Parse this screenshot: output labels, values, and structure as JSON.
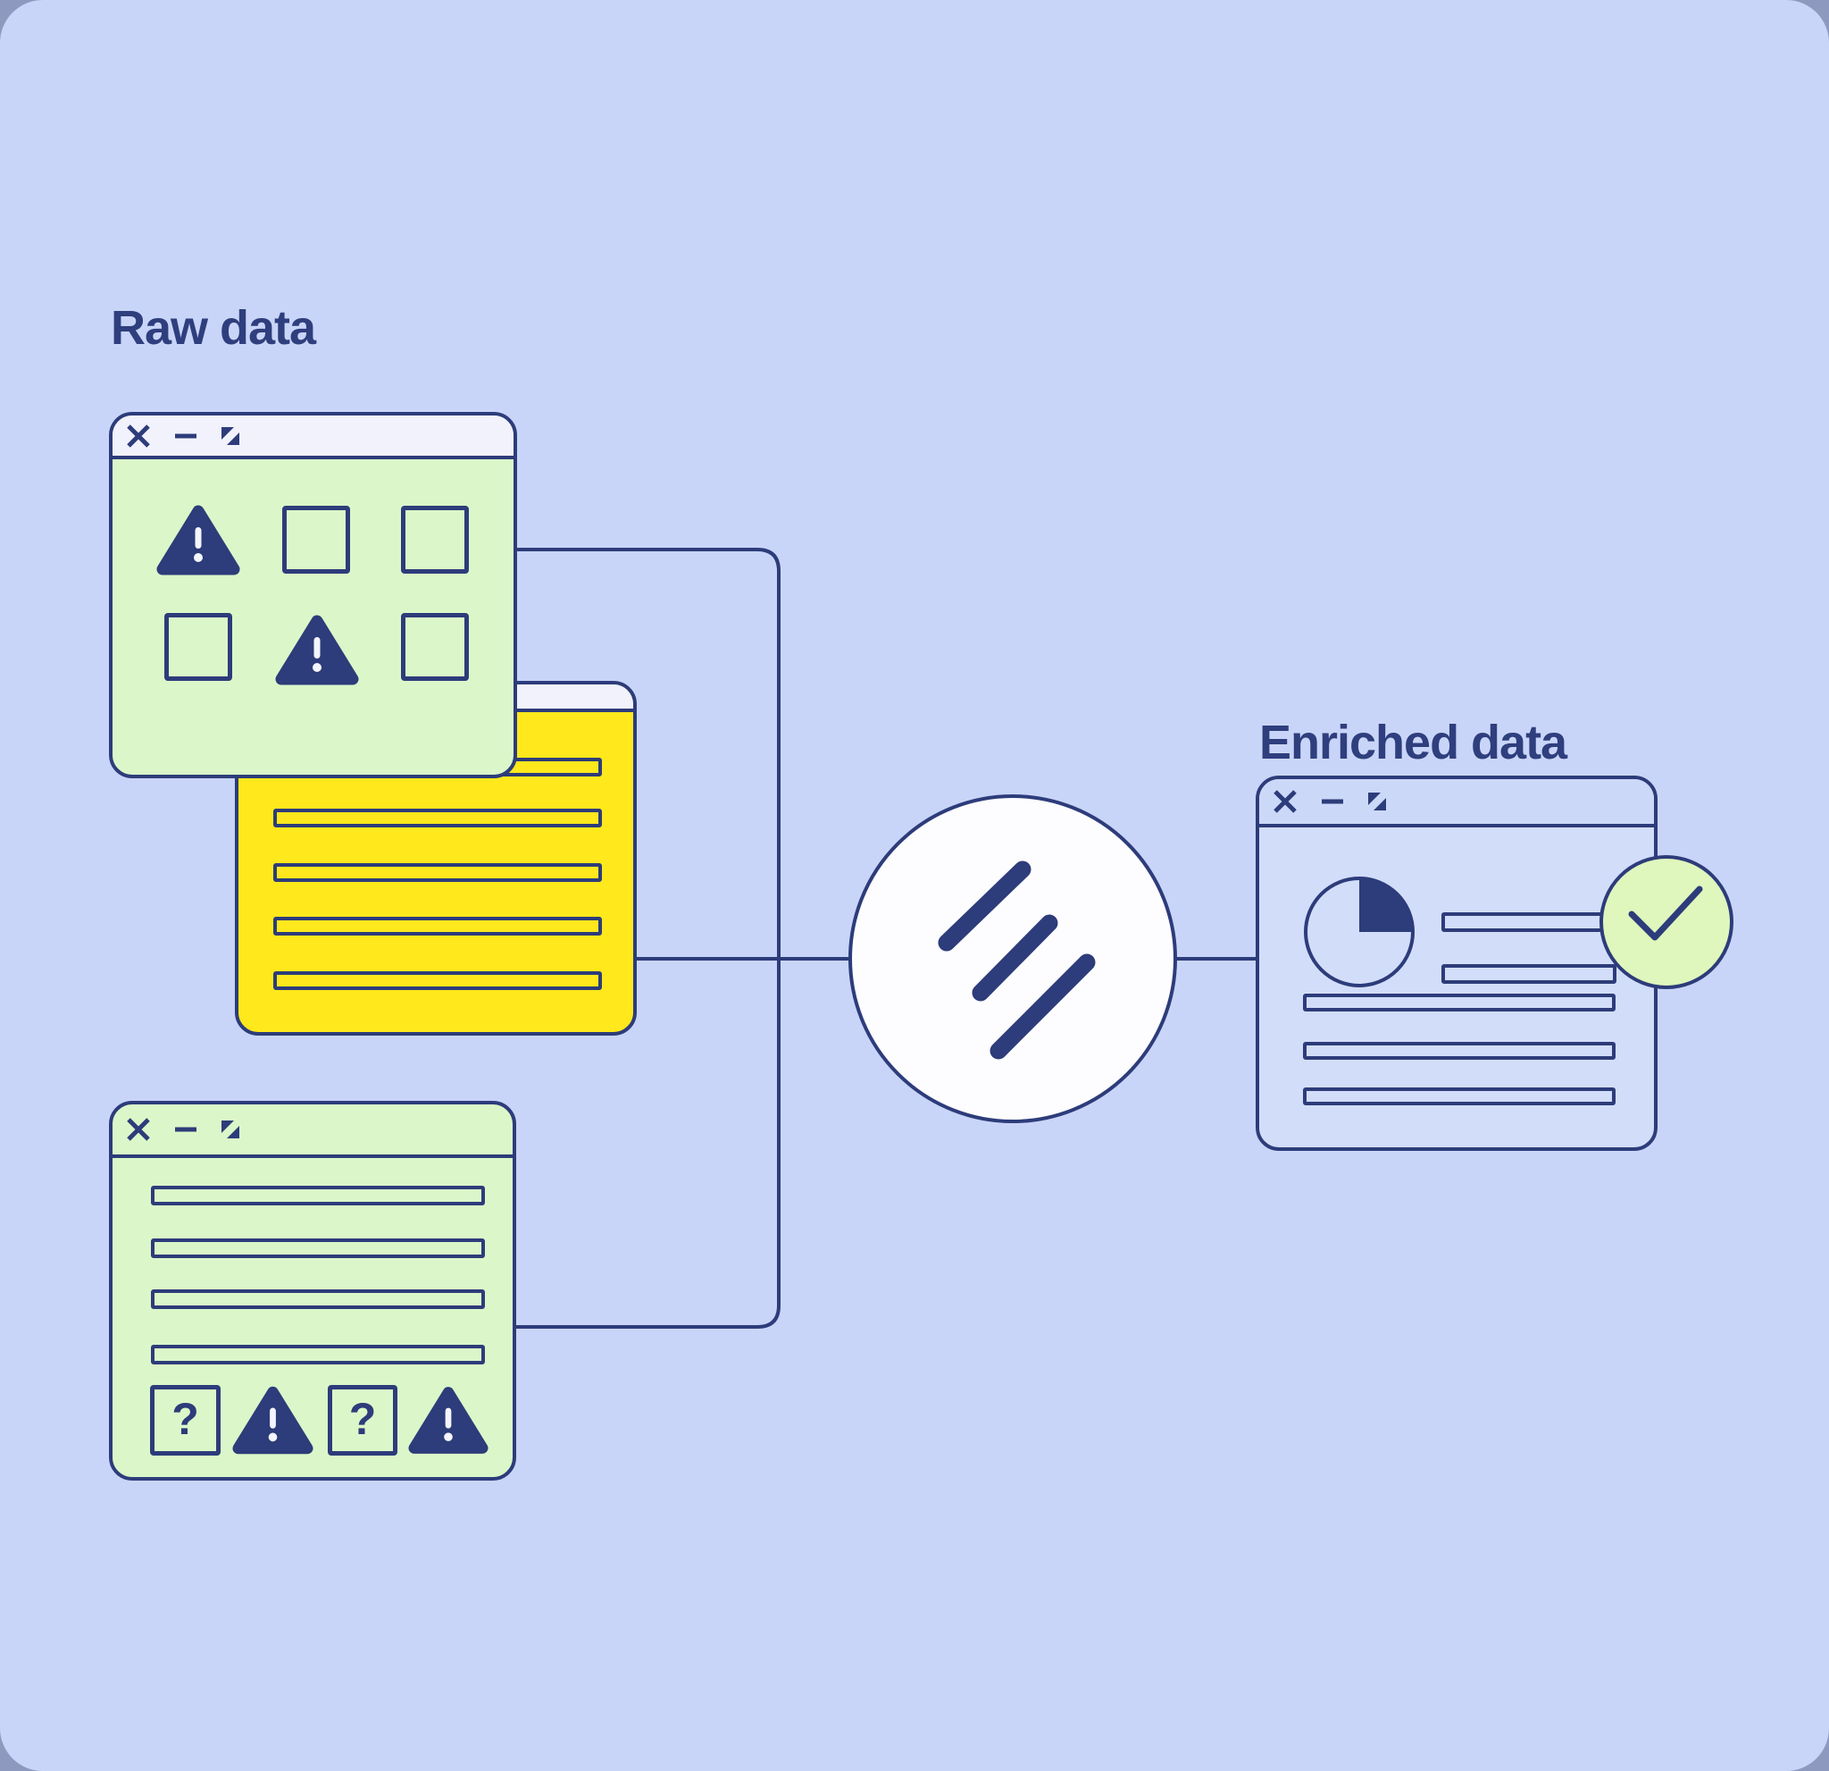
{
  "colors": {
    "outer": "#8E99C0",
    "bg": "#C9D5F8",
    "navy": "#2D3C7A",
    "text": "#2F3E7D",
    "green": "#DBF7C9",
    "whitebar": "#F1F2FC",
    "yellow": "#FFE81C",
    "panel": "#D2DDFA",
    "paneltitle": "#CCD8F8",
    "checkgreen": "#DFF6BD",
    "logowhite": "#FDFDFF",
    "exclaim": "#F4F6FE"
  },
  "labels": {
    "raw_data": "Raw data",
    "enriched_data": "Enriched data"
  },
  "glyphs": {
    "question_mark": "?"
  },
  "windows": {
    "raw_grid": {
      "controls": [
        "close",
        "minimize",
        "resize"
      ],
      "grid_row1": [
        "warning",
        "empty-square",
        "empty-square"
      ],
      "grid_row2": [
        "empty-square",
        "warning",
        "empty-square"
      ]
    },
    "raw_note": {
      "controls": [],
      "text_line_count": 5
    },
    "raw_list": {
      "controls": [
        "close",
        "minimize",
        "resize"
      ],
      "text_line_count": 4,
      "status_row": [
        "question-square",
        "warning",
        "question-square",
        "warning"
      ]
    },
    "enriched": {
      "controls": [
        "close",
        "minimize",
        "resize"
      ],
      "pie_filled_fraction": 0.25,
      "side_text_line_count": 2,
      "body_text_line_count": 3,
      "status": "check"
    }
  },
  "logo": {
    "bar_count": 3,
    "shape": "three-diagonal-bars-in-circle"
  }
}
